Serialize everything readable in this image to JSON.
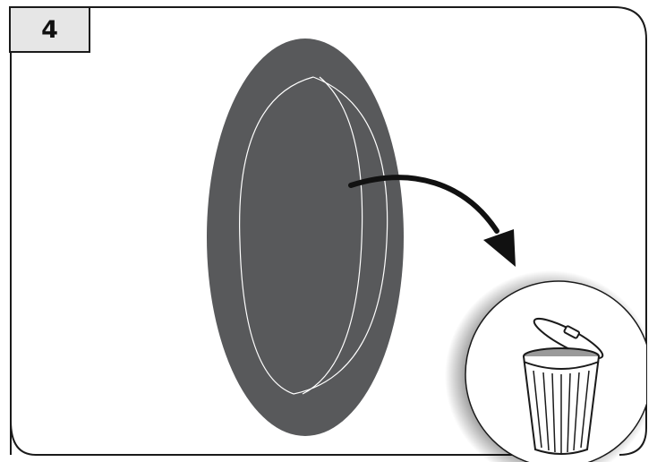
{
  "step": {
    "number": "4"
  },
  "colors": {
    "frame_stroke": "#1a1a1a",
    "badge_fill": "#e6e6e6",
    "disc_fill": "#58595b",
    "disc_edge_line": "#ffffff",
    "arrow": "#111111",
    "bin_circle_fill": "#ffffff",
    "bin_inner": "#9a9a9a"
  },
  "icons": {
    "step_marker": "step-number-badge",
    "part": "filter-disc",
    "direction": "curved-arrow",
    "disposal": "trash-bin-icon"
  }
}
